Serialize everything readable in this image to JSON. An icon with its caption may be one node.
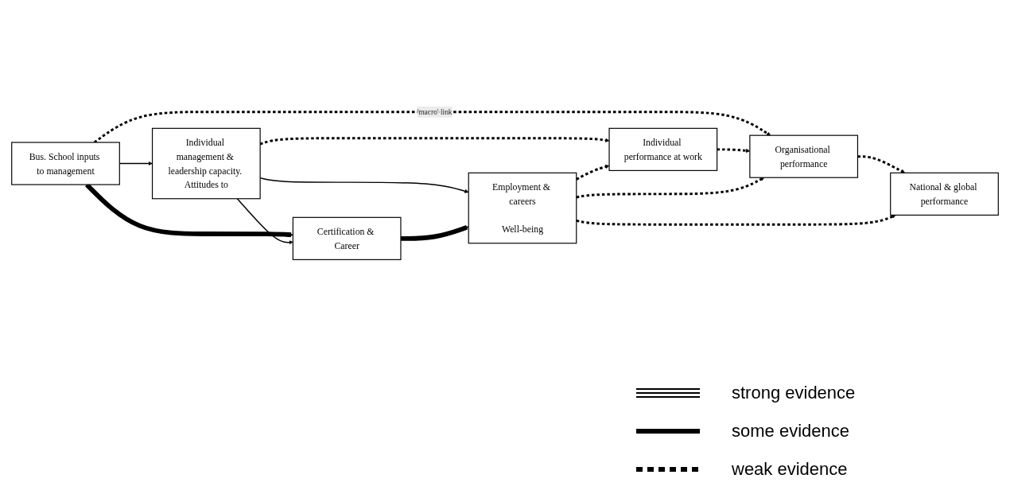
{
  "diagram": {
    "nodes": [
      {
        "text": [
          "Bus. School inputs to management"
        ]
      },
      {
        "text": [
          "Individual management & leadership capacity. Attitudes to"
        ]
      },
      {
        "text": [
          "Individual performance at work"
        ]
      },
      {
        "text": [
          "Organisational performance"
        ]
      },
      {
        "text": [
          "National & global performance"
        ]
      },
      {
        "text": [
          "Certification & Career"
        ]
      },
      {
        "text": [
          "Employment & careers",
          "Well-being"
        ]
      }
    ],
    "edges": [
      {
        "from": 0,
        "to": 1,
        "arrow": "to"
      },
      {
        "from": 0,
        "to": 3,
        "arrow": "to",
        "style": "dashed",
        "label": "'macro' link"
      },
      {
        "from": 1,
        "to": 2,
        "arrow": "to",
        "style": "dashed"
      },
      {
        "from": 2,
        "to": 3,
        "arrow": "to",
        "style": "dashed"
      },
      {
        "from": 3,
        "to": 4,
        "arrow": "to",
        "style": "dashed"
      },
      {
        "from": 0,
        "to": 5,
        "arrow": "to",
        "style": "thick"
      },
      {
        "from": 1,
        "to": 5,
        "arrow": "to"
      },
      {
        "from": 1,
        "to": 6,
        "arrow": "to"
      },
      {
        "from": 5,
        "to": 6,
        "arrow": "to",
        "style": "thick"
      },
      {
        "from": 6,
        "to": 2,
        "arrow": "to",
        "style": "dashed"
      },
      {
        "from": 6,
        "to": 3,
        "arrow": "to",
        "style": "dashed"
      },
      {
        "from": 6,
        "to": 4,
        "arrow": "to",
        "style": "dashed"
      }
    ],
    "legend": [
      {
        "text": "strong evidence"
      },
      {
        "text": "some evidence"
      },
      {
        "text": "weak evidence"
      }
    ]
  }
}
